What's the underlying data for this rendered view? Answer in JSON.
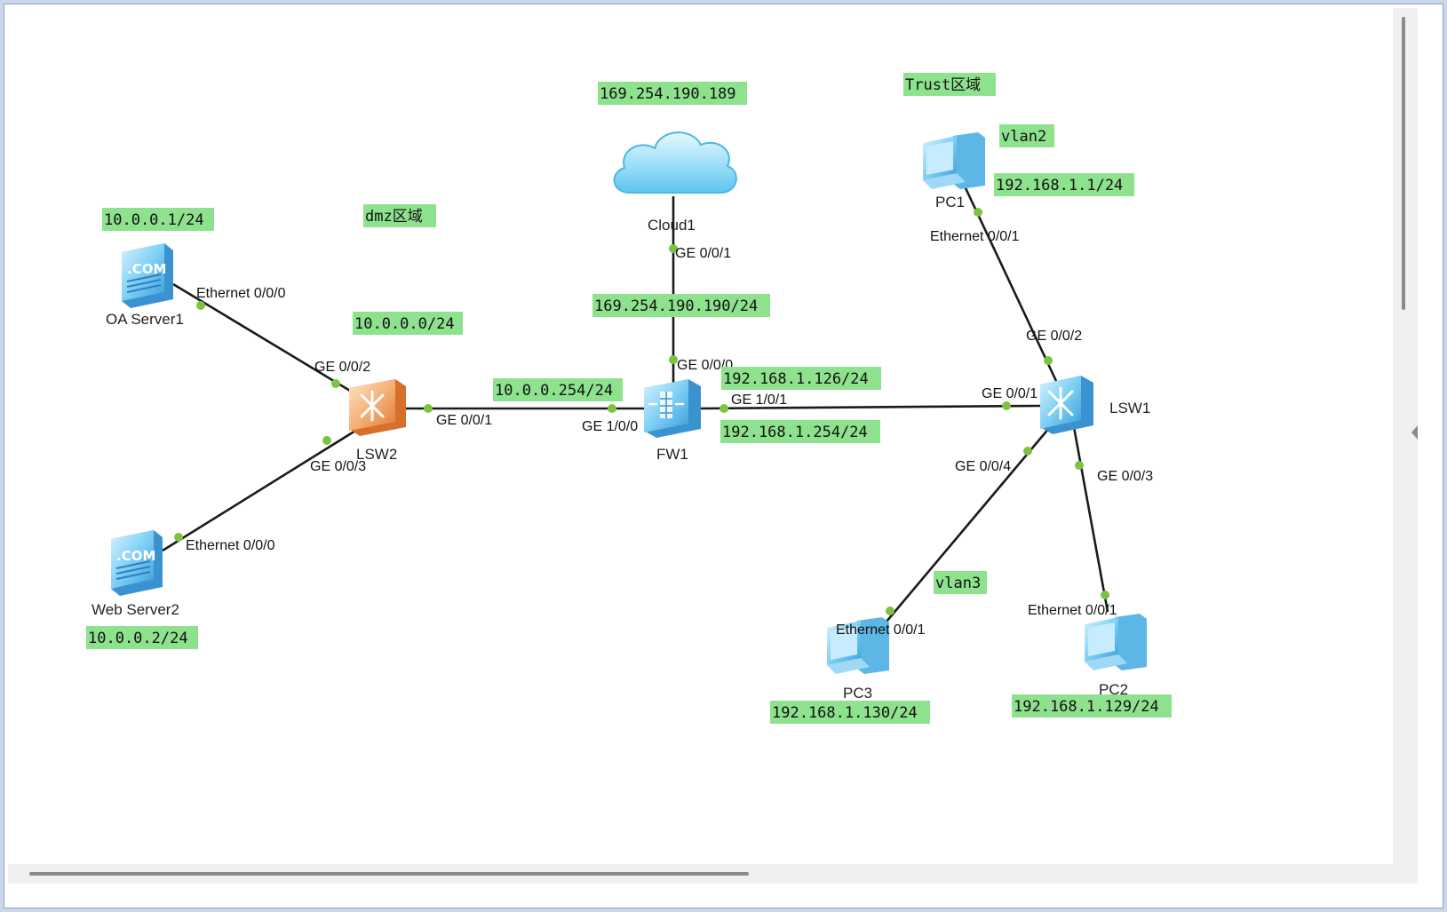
{
  "devices": {
    "cloud1": {
      "label": "Cloud1",
      "icon": "cloud-icon"
    },
    "fw1": {
      "label": "FW1",
      "icon": "firewall-icon"
    },
    "lsw1": {
      "label": "LSW1",
      "icon": "switch-icon"
    },
    "lsw2": {
      "label": "LSW2",
      "icon": "switch-icon"
    },
    "pc1": {
      "label": "PC1",
      "icon": "pc-icon"
    },
    "pc2": {
      "label": "PC2",
      "icon": "pc-icon"
    },
    "pc3": {
      "label": "PC3",
      "icon": "pc-icon"
    },
    "oa_server1": {
      "label": "OA Server1",
      "icon": "server-icon"
    },
    "web_server2": {
      "label": "Web Server2",
      "icon": "server-icon"
    }
  },
  "ports": {
    "oa_eth": "Ethernet 0/0/0",
    "lsw2_g002": "GE 0/0/2",
    "lsw2_g003": "GE 0/0/3",
    "web_eth": "Ethernet 0/0/0",
    "lsw2_g001": "GE 0/0/1",
    "fw_g100": "GE 1/0/0",
    "cloud_g001": "GE 0/0/1",
    "fw_g000": "GE 0/0/0",
    "fw_g101": "GE 1/0/1",
    "lsw1_g001": "GE 0/0/1",
    "pc1_eth": "Ethernet 0/0/1",
    "lsw1_g002": "GE 0/0/2",
    "lsw1_g004": "GE 0/0/4",
    "lsw1_g003": "GE 0/0/3",
    "pc3_eth": "Ethernet 0/0/1",
    "pc2_eth": "Ethernet 0/0/1"
  },
  "notes": {
    "cloud_ip": "169.254.190.189",
    "trust_zone": "Trust区域",
    "vlan2": "vlan2",
    "pc1_ip": "192.168.1.1/24",
    "oa_ip": "10.0.0.1/24",
    "dmz_zone": "dmz区域",
    "fw_g000_ip": "169.254.190.190/24",
    "dmz_net": "10.0.0.0/24",
    "fw_g100_ip": "10.0.0.254/24",
    "fw_g101_ip": "192.168.1.126/24",
    "fw_g101_ip2": "192.168.1.254/24",
    "vlan3": "vlan3",
    "web_ip": "10.0.0.2/24",
    "pc3_ip": "192.168.1.130/24",
    "pc2_ip": "192.168.1.129/24"
  },
  "colors": {
    "note_bg": "#8ee28e",
    "port_dot": "#7dc242",
    "device_blue": "#6cc3ee",
    "switch_orange": "#f0a060"
  }
}
